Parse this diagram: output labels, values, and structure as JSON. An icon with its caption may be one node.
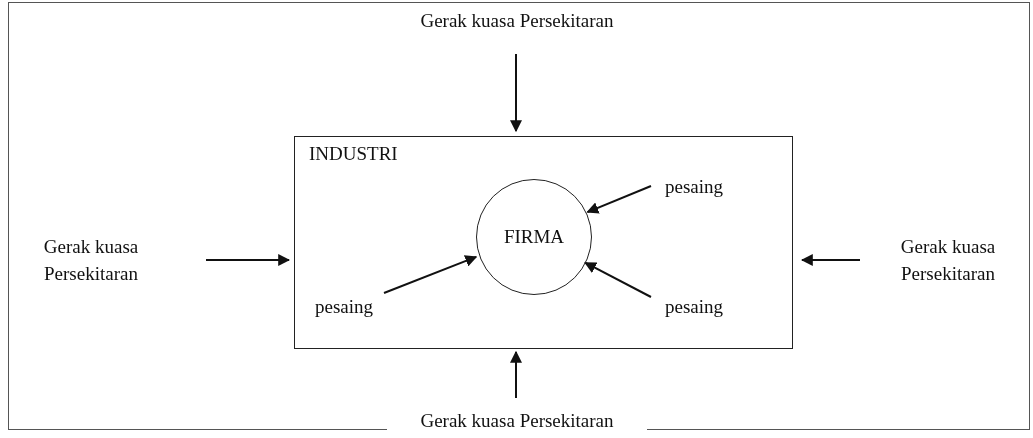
{
  "diagram": {
    "nodes": [
      {
        "text": [],
        "shape": "box"
      },
      {
        "text": [
          "Gerak kuasa Persekitaran"
        ],
        "in": 0
      },
      {
        "text": [
          "INDUSTRI"
        ],
        "in": 0
      },
      {
        "text": [
          "FIRMA"
        ],
        "in": 2
      },
      {
        "text": [
          "pesaing"
        ],
        "in": 2
      },
      {
        "text": [
          "pesaing"
        ],
        "in": 2
      },
      {
        "text": [
          "pesaing"
        ],
        "in": 2
      },
      {
        "text": [
          "Gerak kuasa Persekitaran"
        ],
        "in": 0
      },
      {
        "text": [
          "Gerak kuasa Persekitaran"
        ],
        "in": 0
      },
      {
        "text": [
          "Gerak kuasa Persekitaran"
        ],
        "in": 0
      }
    ],
    "edges": [
      {
        "from": 1,
        "to": 2,
        "arrow": "to"
      },
      {
        "from": 7,
        "to": 2,
        "arrow": "to"
      },
      {
        "from": 8,
        "to": 2,
        "arrow": "to"
      },
      {
        "from": 9,
        "to": 2,
        "arrow": "to"
      },
      {
        "from": 4,
        "to": 3,
        "arrow": "to"
      },
      {
        "from": 5,
        "to": 3,
        "arrow": "to"
      },
      {
        "from": 6,
        "to": 3,
        "arrow": "to"
      }
    ]
  }
}
